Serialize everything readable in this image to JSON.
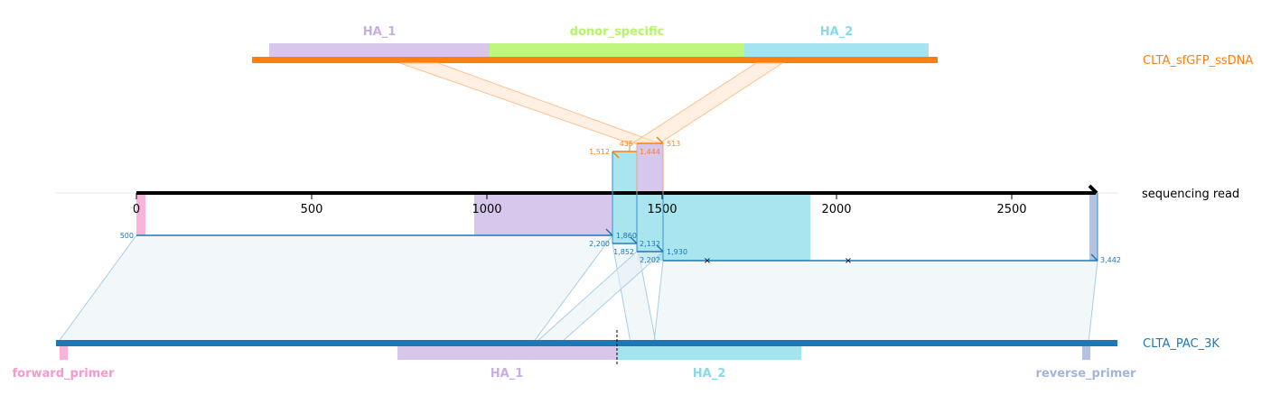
{
  "donor": {
    "name": "CLTA_sfGFP_ssDNA",
    "color": "#ff7f0e",
    "features": [
      {
        "name": "HA_1",
        "color": "#c7aee3"
      },
      {
        "name": "donor_specific",
        "color": "#b5f56a"
      },
      {
        "name": "HA_2",
        "color": "#86dbe8"
      }
    ]
  },
  "read": {
    "name": "sequencing read",
    "ticks": [
      "0",
      "500",
      "1000",
      "1500",
      "2000",
      "2500"
    ]
  },
  "target": {
    "name": "CLTA_PAC_3K",
    "color": "#1f77b4",
    "features": [
      {
        "name": "forward_primer",
        "color": "#f59acb"
      },
      {
        "name": "HA_1",
        "color": "#c7aee3"
      },
      {
        "name": "HA_2",
        "color": "#86dbe8"
      },
      {
        "name": "reverse_primer",
        "color": "#a3b4d6"
      }
    ]
  },
  "donor_alignment_coords": [
    "435",
    "513",
    "1,512",
    "1,444"
  ],
  "target_alignment_coords": [
    "500",
    "1,860",
    "2,200",
    "2,132",
    "1,852",
    "1,930",
    "2,202",
    "3,442"
  ]
}
